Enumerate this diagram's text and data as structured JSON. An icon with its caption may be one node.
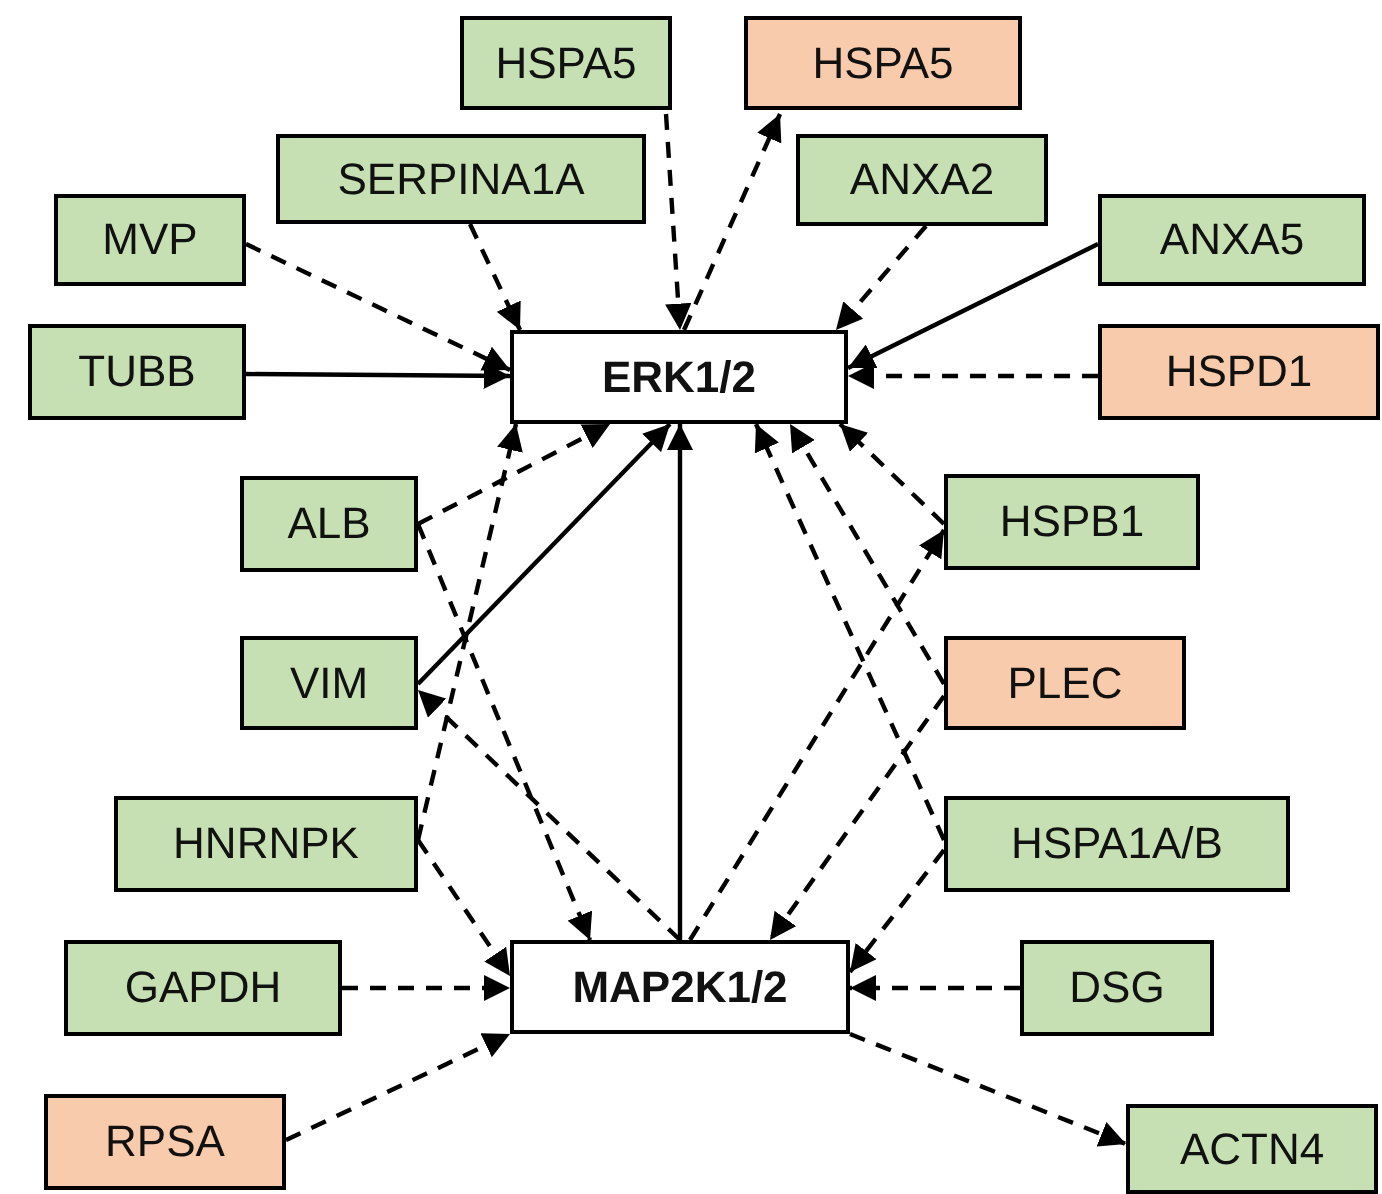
{
  "diagram": {
    "nodes": [
      {
        "text": [
          "HSPA5"
        ]
      },
      {
        "text": [
          "HSPA5"
        ]
      },
      {
        "text": [
          "SERPINA1A"
        ]
      },
      {
        "text": [
          "ANXA2"
        ]
      },
      {
        "text": [
          "MVP"
        ]
      },
      {
        "text": [
          "ANXA5"
        ]
      },
      {
        "text": [
          "TUBB"
        ]
      },
      {
        "text": [
          "ERK1/2"
        ]
      },
      {
        "text": [
          "HSPD1"
        ]
      },
      {
        "text": [
          "ALB"
        ]
      },
      {
        "text": [
          "HSPB1"
        ]
      },
      {
        "text": [
          "VIM"
        ]
      },
      {
        "text": [
          "PLEC"
        ]
      },
      {
        "text": [
          "HNRNPK"
        ]
      },
      {
        "text": [
          "HSPA1A/B"
        ]
      },
      {
        "text": [
          "GAPDH"
        ]
      },
      {
        "text": [
          "MAP2K1/2"
        ]
      },
      {
        "text": [
          "DSG"
        ]
      },
      {
        "text": [
          "RPSA"
        ]
      },
      {
        "text": [
          "ACTN4"
        ]
      }
    ],
    "edges": [
      {
        "from": 0,
        "to": 7,
        "arrow": "to",
        "style": "dashed"
      },
      {
        "from": 7,
        "to": 1,
        "arrow": "to",
        "style": "dashed"
      },
      {
        "from": 2,
        "to": 7,
        "arrow": "to",
        "style": "dashed"
      },
      {
        "from": 4,
        "to": 7,
        "arrow": "to",
        "style": "dashed"
      },
      {
        "from": 6,
        "to": 7,
        "arrow": "to"
      },
      {
        "from": 3,
        "to": 7,
        "arrow": "to",
        "style": "dashed"
      },
      {
        "from": 5,
        "to": 7,
        "arrow": "to"
      },
      {
        "from": 8,
        "to": 7,
        "arrow": "to",
        "style": "dashed"
      },
      {
        "from": 9,
        "to": 7,
        "arrow": "to",
        "style": "dashed"
      },
      {
        "from": 9,
        "to": 16,
        "arrow": "to",
        "style": "dashed"
      },
      {
        "from": 11,
        "to": 7,
        "arrow": "to"
      },
      {
        "from": 16,
        "to": 11,
        "arrow": "to",
        "style": "dashed"
      },
      {
        "from": 13,
        "to": 7,
        "arrow": "to",
        "style": "dashed"
      },
      {
        "from": 13,
        "to": 16,
        "arrow": "to",
        "style": "dashed"
      },
      {
        "from": 15,
        "to": 16,
        "arrow": "to",
        "style": "dashed"
      },
      {
        "from": 18,
        "to": 16,
        "arrow": "to",
        "style": "dashed"
      },
      {
        "from": 16,
        "to": 7,
        "arrow": "to"
      },
      {
        "from": 10,
        "to": 7,
        "arrow": "to",
        "style": "dashed"
      },
      {
        "from": 16,
        "to": 10,
        "arrow": "to",
        "style": "dashed"
      },
      {
        "from": 12,
        "to": 7,
        "arrow": "to",
        "style": "dashed"
      },
      {
        "from": 12,
        "to": 16,
        "arrow": "to",
        "style": "dashed"
      },
      {
        "from": 14,
        "to": 7,
        "arrow": "to",
        "style": "dashed"
      },
      {
        "from": 14,
        "to": 16,
        "arrow": "to",
        "style": "dashed"
      },
      {
        "from": 17,
        "to": 16,
        "arrow": "to",
        "style": "dashed"
      },
      {
        "from": 16,
        "to": 19,
        "arrow": "to",
        "style": "dashed"
      }
    ]
  }
}
